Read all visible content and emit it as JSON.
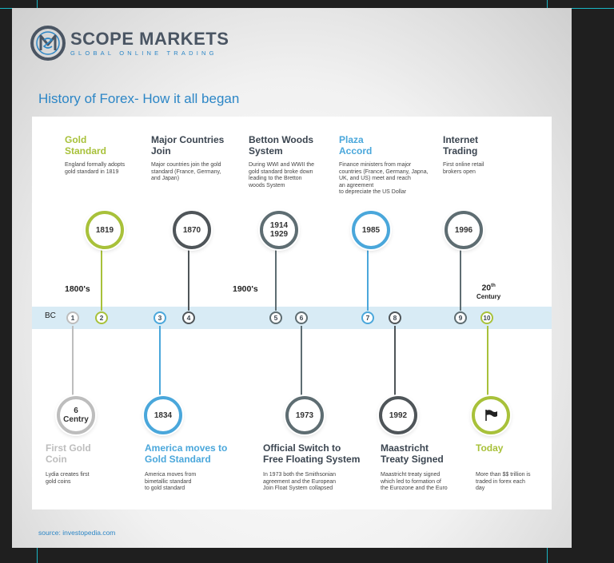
{
  "brand": {
    "name": "SCOPE MARKETS",
    "tagline": "GLOBAL ONLINE TRADING",
    "logo_icon": "sm-monogram-icon"
  },
  "title": "History of Forex- How it all began",
  "source": "source: investopedia.com",
  "eras": {
    "bc": "BC",
    "e1800": "1800's",
    "e1900": "1900's",
    "e20th_num": "20",
    "e20th_sup": "th",
    "e20th_word": "Century"
  },
  "nodes": [
    "1",
    "2",
    "3",
    "4",
    "5",
    "6",
    "7",
    "8",
    "9",
    "10"
  ],
  "colors": {
    "lime": "#a8c13a",
    "dark": "#4f5559",
    "blue": "#4aa7db",
    "slate": "#5e6d72",
    "grey": "#bdbdbd",
    "band": "#d8ebf5",
    "accent": "#2c86c6"
  },
  "top_events": [
    {
      "year": "1819",
      "title_line1": "Gold",
      "title_line2": "Standard",
      "desc_lines": [
        "England formally adopts",
        "gold standard in 1819"
      ]
    },
    {
      "year": "1870",
      "title_line1": "Major Countries",
      "title_line2": "Join",
      "desc_lines": [
        "Major countries join the gold",
        "standard (France, Germany,",
        "and Japan)"
      ]
    },
    {
      "year_line1": "1914",
      "year_line2": "1929",
      "title_line1": "Betton Woods",
      "title_line2": "System",
      "desc_lines": [
        "During WWI and WWII the",
        "gold standard broke down",
        "leading to the Bretton",
        "woods System"
      ]
    },
    {
      "year": "1985",
      "title_line1": "Plaza",
      "title_line2": "Accord",
      "desc_lines": [
        "Finance ministers from major",
        "countries (France, Germany, Japna,",
        "UK, and US) meet and reach",
        "an agreement",
        "to depreciate the US Dollar"
      ]
    },
    {
      "year": "1996",
      "title_line1": "Internet",
      "title_line2": "Trading",
      "desc_lines": [
        "First online retail",
        "brokers open"
      ]
    }
  ],
  "bottom_events": [
    {
      "year_line1": "6",
      "year_line2": "Centry",
      "title_line1": "First Gold",
      "title_line2": "Coin",
      "desc_lines": [
        "Lydia creates first",
        "gold coins"
      ]
    },
    {
      "year": "1834",
      "title_line1": "America moves to",
      "title_line2": "Gold Standard",
      "desc_lines": [
        "America moves from",
        "bimetallic standard",
        "to gold standard"
      ]
    },
    {
      "year": "1973",
      "title_line1": "Official Switch to",
      "title_line2": "Free Floating System",
      "desc_lines": [
        "In 1973 both the Smithsonian",
        "agreement and the European",
        "Join Float System collapsed"
      ]
    },
    {
      "year": "1992",
      "title_line1": "Maastricht",
      "title_line2": "Treaty Signed",
      "desc_lines": [
        "Maastricht treaty signed",
        "which led to formation of",
        "the Eurozone and the Euro"
      ]
    },
    {
      "icon": "flag-icon",
      "title_line1": "Today",
      "title_line2": "",
      "desc_lines": [
        "More than $$ trillion is",
        "traded in forex each",
        "day"
      ]
    }
  ]
}
